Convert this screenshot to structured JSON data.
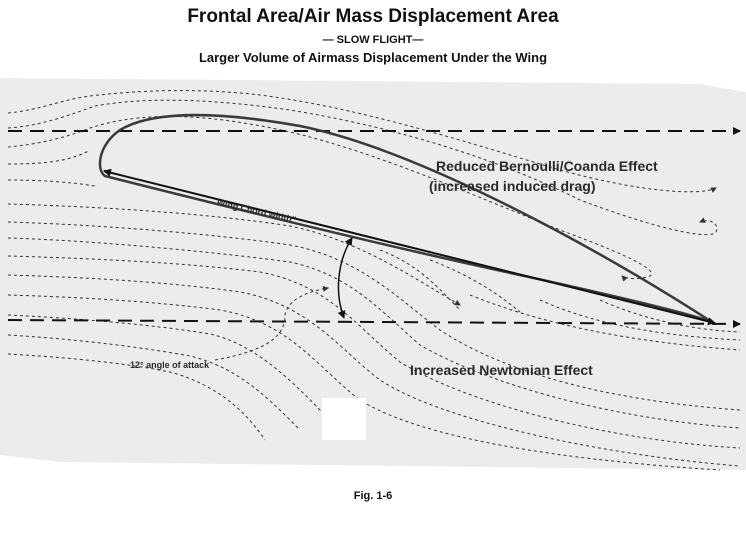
{
  "title": "Frontal Area/Air Mass Displacement Area",
  "subtitle": "— SLOW FLIGHT—",
  "heading": "Larger Volume of Airmass Displacement Under the Wing",
  "labels": {
    "bernoulli_line1": "Reduced Bernoulli/Coanda Effect",
    "bernoulli_line2": "(increased induced drag)",
    "chord": "Wing Chord width\"",
    "angle_of_attack": "12° angle of attack",
    "newtonian": "Increased Newtonian Effect"
  },
  "caption": "Fig. 1-6",
  "colors": {
    "ink": "#222222",
    "paper": "#ebebeb"
  }
}
